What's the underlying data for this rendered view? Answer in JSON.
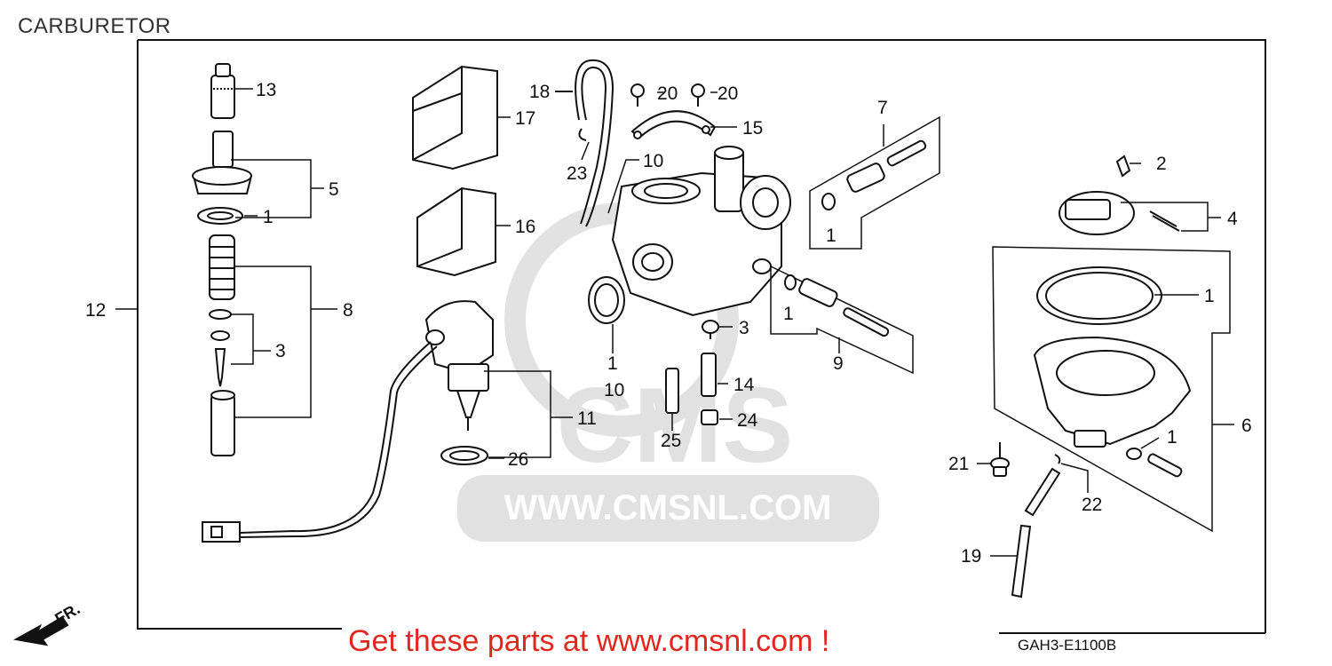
{
  "title": "CARBURETOR",
  "promo_text": "Get these parts at www.cmsnl.com !",
  "diagram_code": "GAH3-E1100B",
  "watermark": {
    "text": "WWW.CMSNL.COM",
    "logo_text": "CMS"
  },
  "direction_label": "FR.",
  "callouts": [
    {
      "id": "13",
      "label": "13"
    },
    {
      "id": "5",
      "label": "5"
    },
    {
      "id": "1a",
      "label": "1"
    },
    {
      "id": "12",
      "label": "12"
    },
    {
      "id": "8",
      "label": "8"
    },
    {
      "id": "3a",
      "label": "3"
    },
    {
      "id": "17",
      "label": "17"
    },
    {
      "id": "16",
      "label": "16"
    },
    {
      "id": "11",
      "label": "11"
    },
    {
      "id": "26",
      "label": "26"
    },
    {
      "id": "18",
      "label": "18"
    },
    {
      "id": "23",
      "label": "23"
    },
    {
      "id": "10a",
      "label": "10"
    },
    {
      "id": "20a",
      "label": "20"
    },
    {
      "id": "20b",
      "label": "20"
    },
    {
      "id": "15",
      "label": "15"
    },
    {
      "id": "1b",
      "label": "1"
    },
    {
      "id": "10b",
      "label": "10"
    },
    {
      "id": "3b",
      "label": "3"
    },
    {
      "id": "14",
      "label": "14"
    },
    {
      "id": "24",
      "label": "24"
    },
    {
      "id": "25",
      "label": "25"
    },
    {
      "id": "7",
      "label": "7"
    },
    {
      "id": "1c",
      "label": "1"
    },
    {
      "id": "1d",
      "label": "1"
    },
    {
      "id": "9",
      "label": "9"
    },
    {
      "id": "2",
      "label": "2"
    },
    {
      "id": "4",
      "label": "4"
    },
    {
      "id": "1e",
      "label": "1"
    },
    {
      "id": "6",
      "label": "6"
    },
    {
      "id": "1f",
      "label": "1"
    },
    {
      "id": "21",
      "label": "21"
    },
    {
      "id": "22",
      "label": "22"
    },
    {
      "id": "19",
      "label": "19"
    }
  ]
}
